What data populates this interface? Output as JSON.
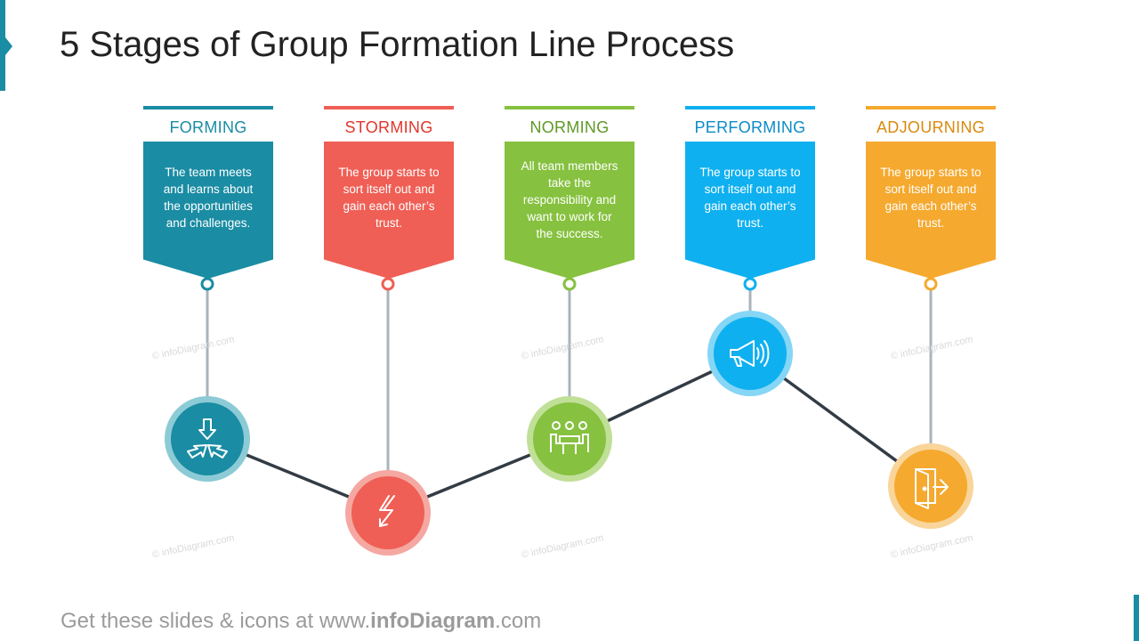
{
  "title": "5 Stages of Group Formation Line Process",
  "footer": {
    "prefix": "Get these slides & icons at www.",
    "brand": "infoDiagram",
    "suffix": ".com"
  },
  "watermark": "© infoDiagram.com",
  "stages": [
    {
      "name": "FORMING",
      "description": "The team meets and learns about the opportunities and challenges.",
      "color": "#1a8ca3",
      "light": "#8ccbd6",
      "icon": "converge-arrows-icon"
    },
    {
      "name": "STORMING",
      "description": "The group starts to sort itself out and gain each other’s trust.",
      "color": "#ef5f55",
      "light": "#f5a8a2",
      "icon": "lightning-icon"
    },
    {
      "name": "NORMING",
      "description": "All team members take the responsibility and want to work for the success.",
      "color": "#86c13f",
      "light": "#c0e098",
      "icon": "team-meeting-icon"
    },
    {
      "name": "PERFORMING",
      "description": "The group starts to sort itself out and gain each other’s trust.",
      "color": "#0fb0ef",
      "light": "#86d6f6",
      "icon": "megaphone-icon"
    },
    {
      "name": "ADJOURNING",
      "description": "The group starts to sort itself out and gain each other’s trust.",
      "color": "#f5a92f",
      "light": "#f9d59a",
      "icon": "exit-door-icon"
    }
  ]
}
